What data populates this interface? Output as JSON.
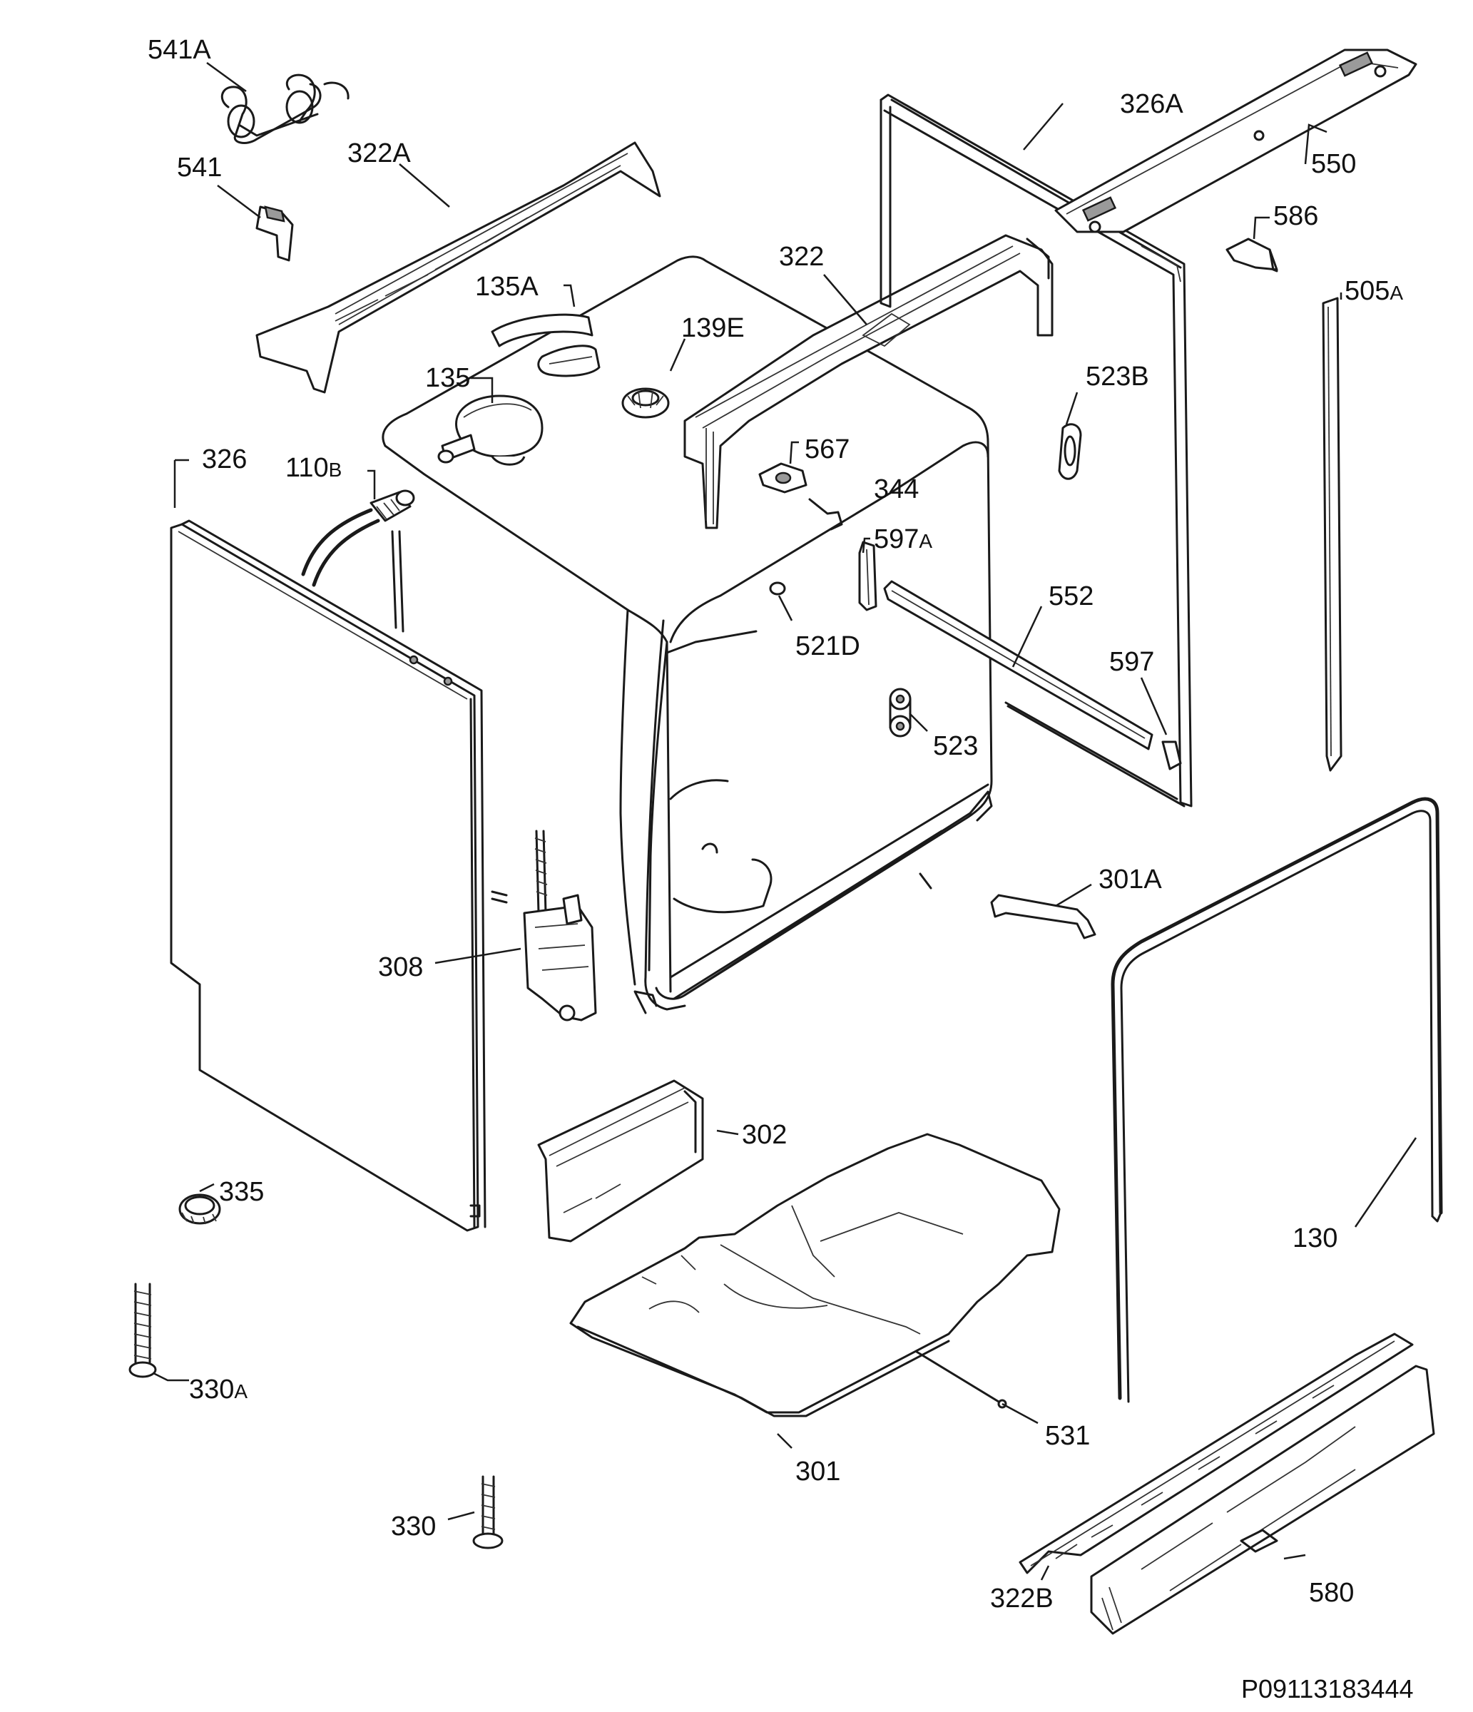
{
  "drawing_code": "P09113183444",
  "callouts": {
    "c541A": "541A",
    "c541": "541",
    "c322A": "322A",
    "c135A": "135A",
    "c135": "135",
    "c139E": "139E",
    "c322": "322",
    "c326A": "326A",
    "c550": "550",
    "c586": "586",
    "c505": "505",
    "c505_suffix": "A",
    "c523B": "523B",
    "c567": "567",
    "c344": "344",
    "c597": "597",
    "c597_suffix": "A",
    "c326": "326",
    "c110": "110",
    "c110_suffix": "B",
    "c521D": "521D",
    "c552": "552",
    "c597b": "597",
    "c523": "523",
    "c301A": "301A",
    "c308": "308",
    "c302": "302",
    "c130": "130",
    "c335": "335",
    "c330": "330",
    "c330_suffix": "A",
    "c531": "531",
    "c301": "301",
    "c330b": "330",
    "c322B": "322B",
    "c580": "580"
  }
}
